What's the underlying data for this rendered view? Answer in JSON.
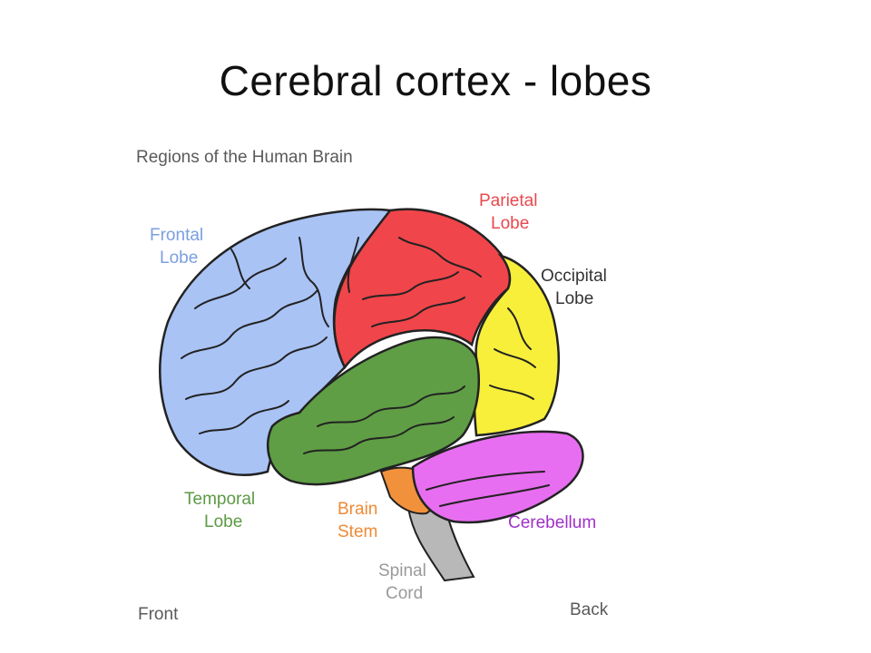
{
  "slide": {
    "title": "Cerebral cortex - lobes"
  },
  "diagram": {
    "heading": "Regions of the Human Brain",
    "labels": {
      "frontal_1": "Frontal",
      "frontal_2": "Lobe",
      "parietal_1": "Parietal",
      "parietal_2": "Lobe",
      "occipital_1": "Occipital",
      "occipital_2": "Lobe",
      "temporal_1": "Temporal",
      "temporal_2": "Lobe",
      "brainstem_1": "Brain",
      "brainstem_2": "Stem",
      "cerebellum": "Cerebellum",
      "spinal_1": "Spinal",
      "spinal_2": "Cord",
      "front": "Front",
      "back": "Back"
    },
    "colors": {
      "frontal": "#a9c3f5",
      "parietal": "#f0454a",
      "occipital": "#f7ef3a",
      "temporal": "#5f9e45",
      "cerebellum": "#e76ef0",
      "brainstem": "#f2913c",
      "spinal_cord": "#b8b8b8",
      "label_frontal": "#7a9fe0",
      "label_parietal": "#e8484d",
      "label_occipital": "#333333",
      "label_temporal": "#5c9a44",
      "label_brainstem": "#f08a33",
      "label_cerebellum": "#a030c8",
      "label_spinal": "#9a9a9a",
      "label_heading": "#5a5a5a"
    }
  }
}
